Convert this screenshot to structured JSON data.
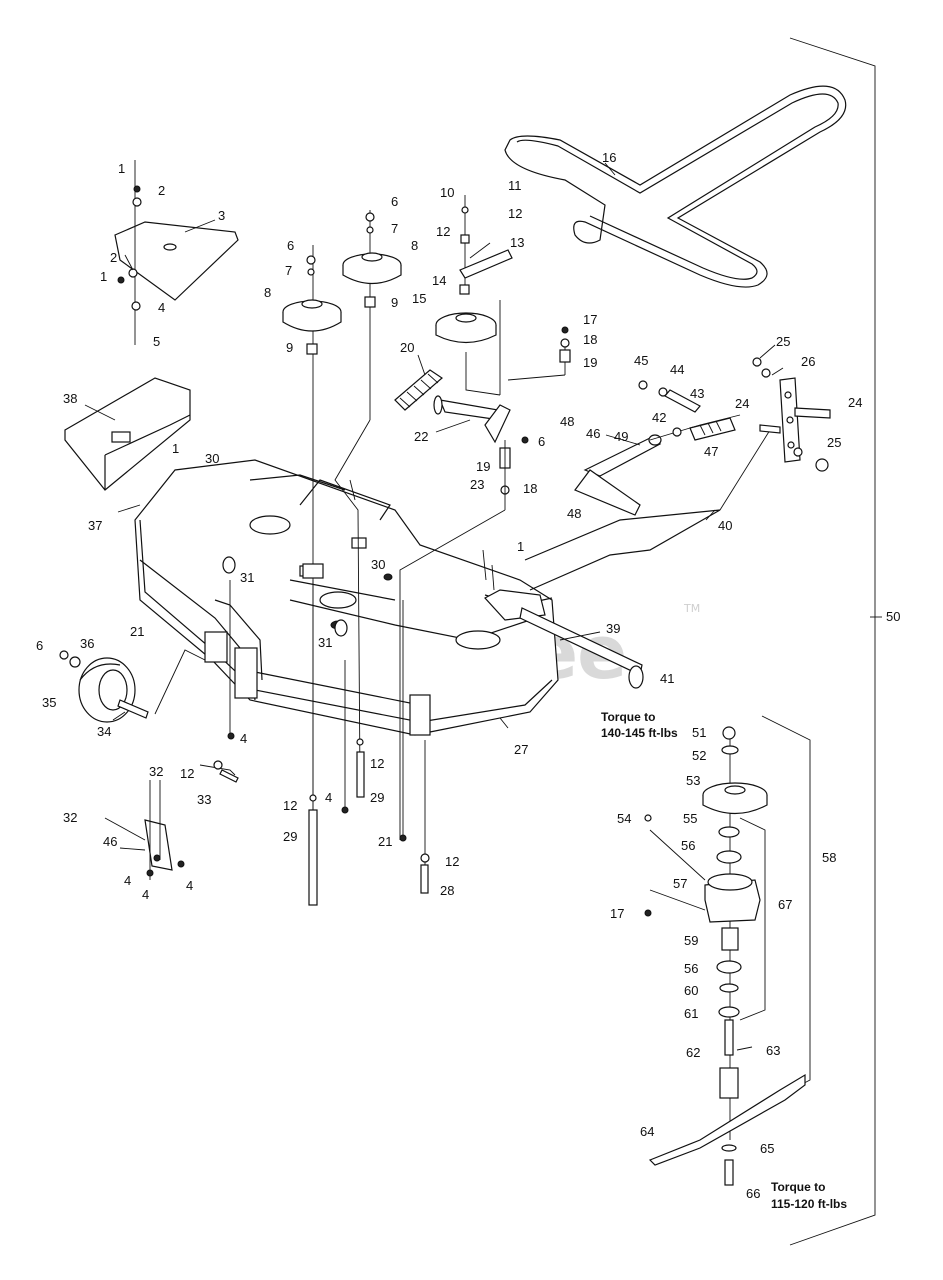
{
  "watermark": {
    "text": "PartsTree",
    "trademark": "TM"
  },
  "notes": {
    "torque_upper_line1": "Torque to",
    "torque_upper_line2": "140-145 ft-lbs",
    "torque_lower_line1": "Torque to",
    "torque_lower_line2": "115-120 ft-lbs"
  },
  "callouts": [
    "1",
    "2",
    "3",
    "2",
    "1",
    "4",
    "5",
    "6",
    "7",
    "8",
    "9",
    "6",
    "7",
    "8",
    "9",
    "10",
    "11",
    "12",
    "12",
    "13",
    "14",
    "15",
    "16",
    "17",
    "18",
    "19",
    "20",
    "22",
    "48",
    "6",
    "19",
    "23",
    "18",
    "45",
    "44",
    "43",
    "42",
    "47",
    "46",
    "49",
    "48",
    "40",
    "25",
    "26",
    "25",
    "24",
    "24",
    "38",
    "1",
    "30",
    "37",
    "31",
    "30",
    "31",
    "1",
    "21",
    "6",
    "36",
    "35",
    "34",
    "4",
    "12",
    "33",
    "32",
    "32",
    "46",
    "4",
    "4",
    "4",
    "4",
    "12",
    "29",
    "12",
    "29",
    "21",
    "12",
    "28",
    "39",
    "41",
    "27",
    "50",
    "51",
    "52",
    "53",
    "54",
    "55",
    "56",
    "57",
    "17",
    "59",
    "56",
    "60",
    "61",
    "62",
    "63",
    "64",
    "65",
    "66",
    "58",
    "67"
  ]
}
